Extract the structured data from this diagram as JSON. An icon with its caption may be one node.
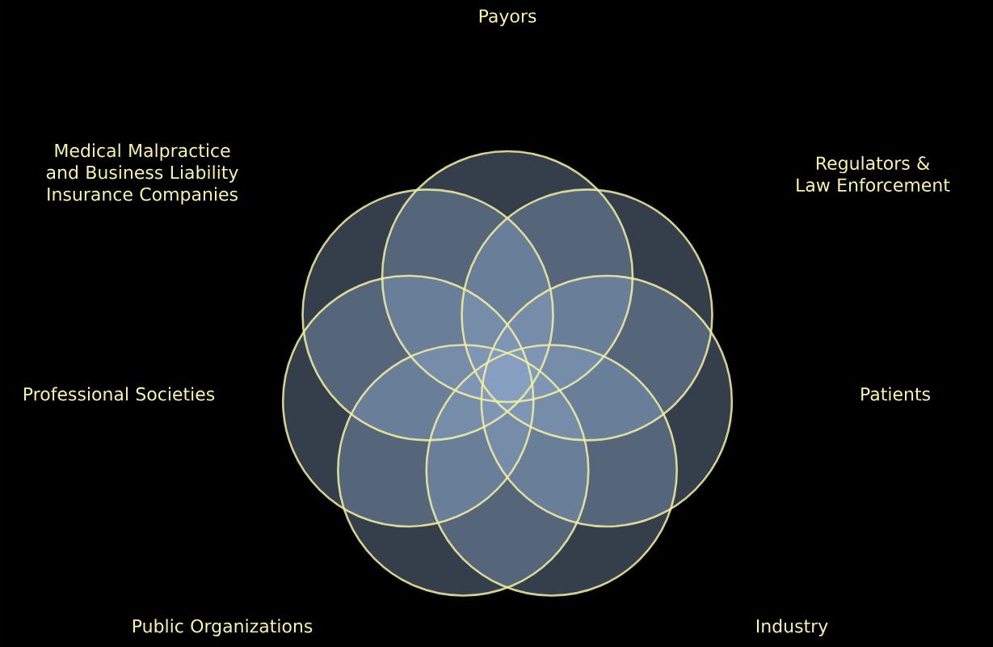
{
  "diagram": {
    "labels": [
      "Payors",
      "Medical Malpractice and Business Liability Insurance Companies",
      "Regulators & Law Enforcement",
      "Professional Societies",
      "Patients",
      "Public Organizations",
      "Industry"
    ]
  }
}
